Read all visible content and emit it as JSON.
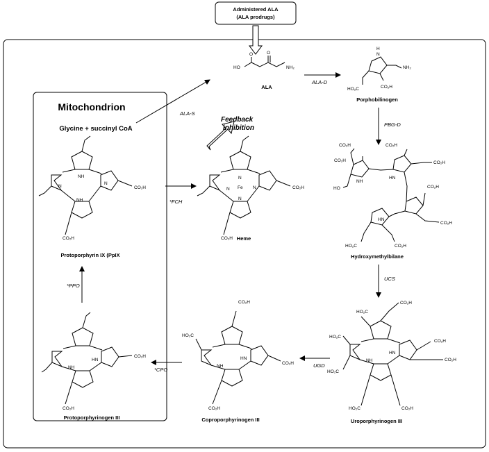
{
  "top_box": {
    "line1": "Administered ALA",
    "line2": "(ALA prodrugs)"
  },
  "mitochondrion": {
    "title": "Mitochondrion",
    "substrate": "Glycine + succinyl CoA"
  },
  "compounds": {
    "ala": "ALA",
    "porphobilinogen": "Porphobilinogen",
    "hydroxymethylbilane": "Hydroxymethylbilane",
    "uroporphyrinogen": "Uroporphyrinogen III",
    "coproporphyrinogen": "Coproporphyrinogen III",
    "protoporphyrinogen": "Protoporphyrinogen III",
    "protoporphyrin": "Protoporphyrin IX (PpIX",
    "heme": "Heme"
  },
  "enzymes": {
    "ala_s": "ALA-S",
    "ala_d": "ALA-D",
    "pbg_d": "PBG-D",
    "ucs": "UCS",
    "ugd": "UGD",
    "cpo": "*CPO",
    "ppo": "*PPO",
    "fch": "*FCH"
  },
  "feedback": {
    "line1": "Feedback",
    "line2": "inhibition"
  },
  "atoms": {
    "co2h": "CO₂H",
    "ho2c": "HO₂C",
    "nh": "NH",
    "hn": "HN",
    "n": "N",
    "h": "H",
    "nh2": "NH₂",
    "ho": "HO",
    "o": "O",
    "fe": "Fe"
  },
  "colors": {
    "line": "#000000",
    "background": "#ffffff"
  }
}
